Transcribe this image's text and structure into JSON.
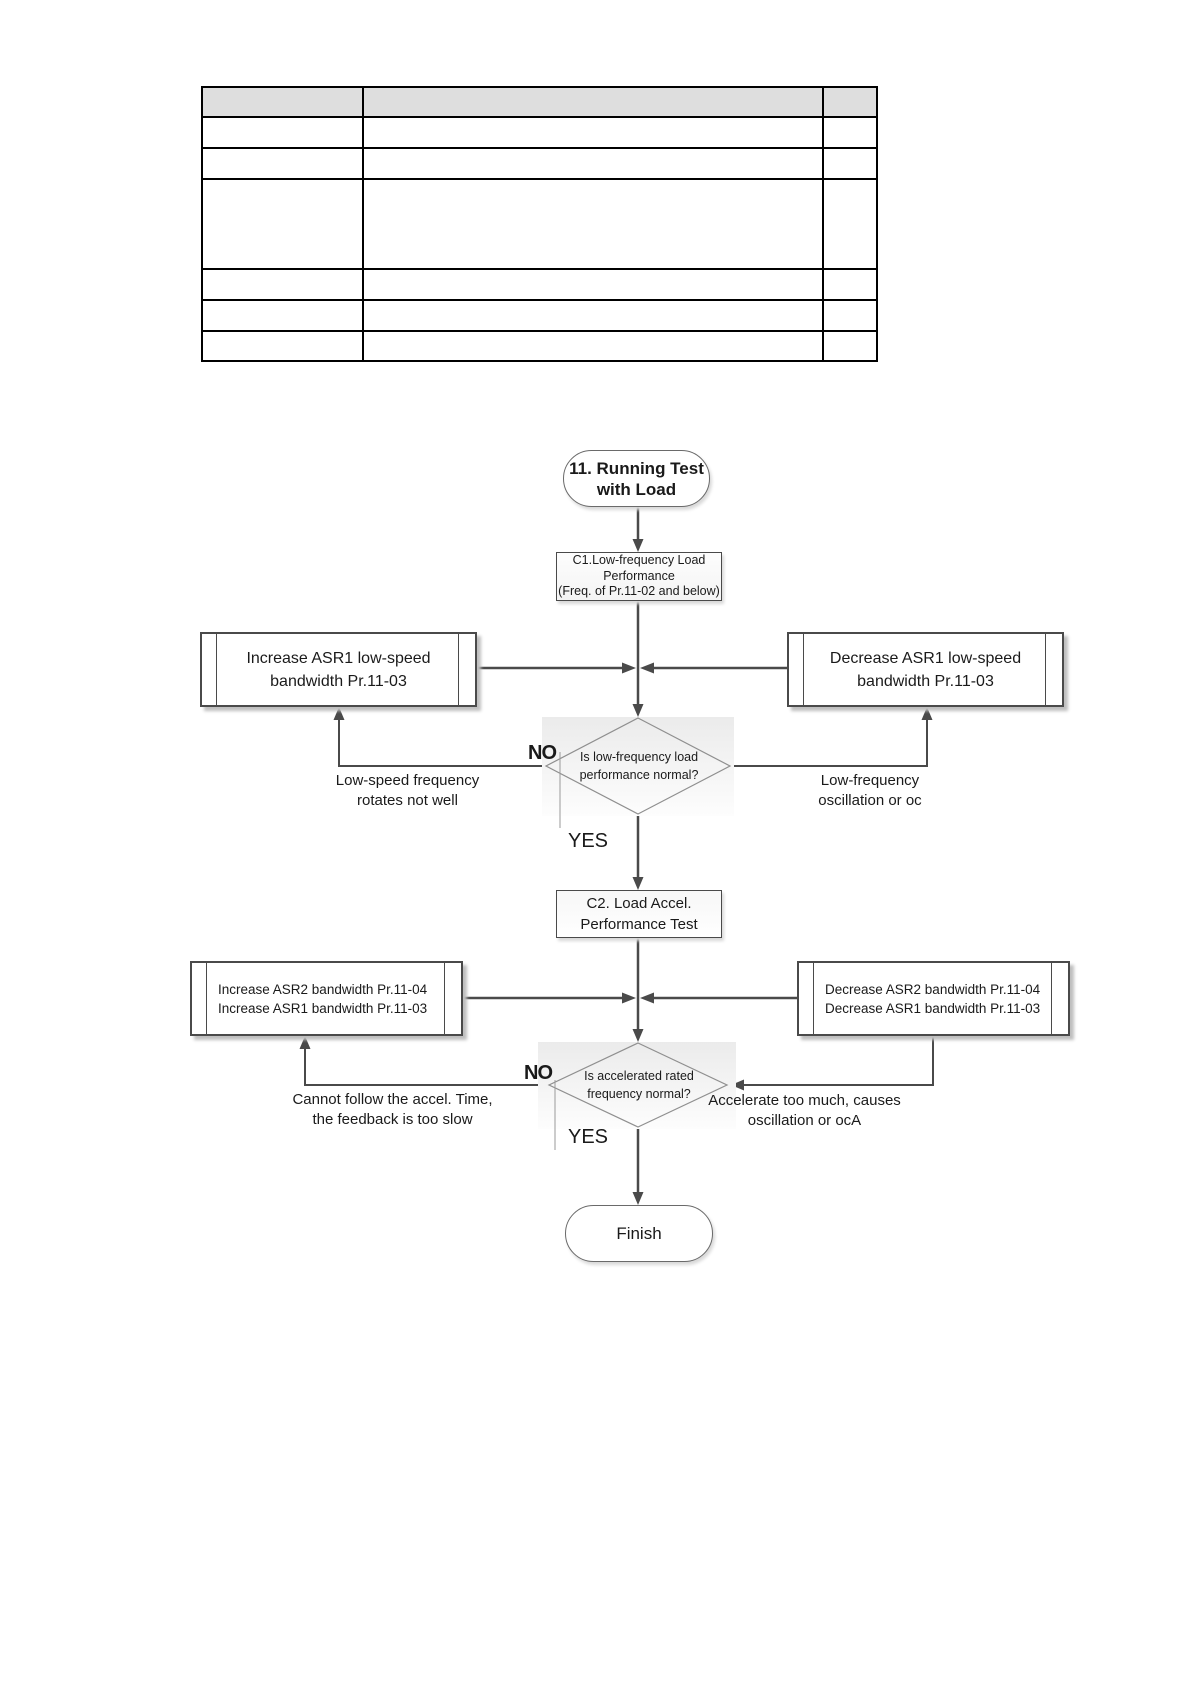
{
  "table": {
    "columns": 3,
    "header_cells": [
      "",
      "",
      ""
    ],
    "rows": [
      [
        "",
        "",
        ""
      ],
      [
        "",
        "",
        ""
      ],
      [
        "",
        "",
        ""
      ],
      [
        "",
        "",
        ""
      ],
      [
        "",
        "",
        ""
      ],
      [
        "",
        "",
        ""
      ]
    ]
  },
  "flowchart": {
    "start": {
      "line1": "11. Running Test",
      "line2": "with Load"
    },
    "c1": {
      "line1": "C1.Low-frequency Load",
      "line2": "Performance",
      "line3": "(Freq. of Pr.11-02 and below)"
    },
    "increase_asr1": {
      "line1": "Increase ASR1 low-speed",
      "line2": "bandwidth Pr.11-03"
    },
    "decrease_asr1": {
      "line1": "Decrease ASR1 low-speed",
      "line2": "bandwidth Pr.11-03"
    },
    "decision1": {
      "line1": "Is low-frequency load",
      "line2": "performance normal?"
    },
    "no1": "NO",
    "yes1": "YES",
    "feedback_left1": {
      "line1": "Low-speed frequency",
      "line2": "rotates not well"
    },
    "feedback_right1": {
      "line1": "Low-frequency",
      "line2": "oscillation or oc"
    },
    "c2": {
      "line1": "C2. Load Accel.",
      "line2": "Performance Test"
    },
    "increase_asr2": {
      "line1": "Increase ASR2 bandwidth Pr.11-04",
      "line2": "Increase ASR1 bandwidth Pr.11-03"
    },
    "decrease_asr2": {
      "line1": "Decrease ASR2 bandwidth Pr.11-04",
      "line2": "Decrease ASR1 bandwidth Pr.11-03"
    },
    "decision2": {
      "line1": "Is accelerated rated",
      "line2": "frequency normal?"
    },
    "no2": "NO",
    "yes2": "YES",
    "feedback_left2": {
      "line1": "Cannot follow the accel. Time,",
      "line2": "the feedback is too slow"
    },
    "feedback_right2": {
      "line1": "Accelerate too much, causes",
      "line2": "oscillation or ocA"
    },
    "finish": "Finish"
  },
  "colors": {
    "connector_line": "#4a4a4a",
    "box_border": "#4a4a4a",
    "diamond_border": "#8f8f8f",
    "diamond_shade_top": "#ebebeb",
    "table_header_bg": "#dedede",
    "table_border": "#000000",
    "shadow": "#bfbfbf"
  }
}
